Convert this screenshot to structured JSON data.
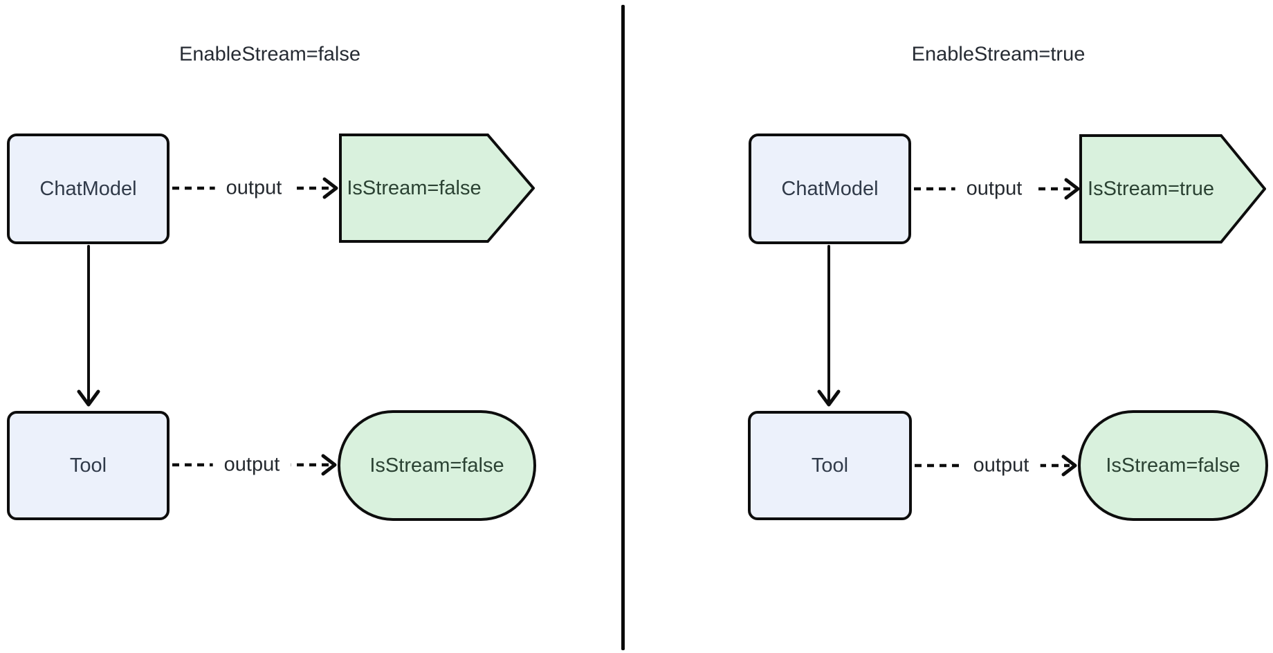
{
  "diagram": {
    "type": "flowchart-comparison",
    "colors": {
      "node_fill_blue": "#ecf1fb",
      "node_fill_green": "#d9f1dd",
      "border": "#0d0d0d",
      "text_dark": "#262b33",
      "background": "#ffffff"
    },
    "panels": [
      {
        "title": "EnableStream=false",
        "nodes": {
          "chat_model": "ChatModel",
          "tool": "Tool",
          "chat_result": "IsStream=false",
          "tool_result": "IsStream=false"
        },
        "edges": {
          "chat_output_label": "output",
          "tool_output_label": "output"
        }
      },
      {
        "title": "EnableStream=true",
        "nodes": {
          "chat_model": "ChatModel",
          "tool": "Tool",
          "chat_result": "IsStream=true",
          "tool_result": "IsStream=false"
        },
        "edges": {
          "chat_output_label": "output",
          "tool_output_label": "output"
        }
      }
    ]
  }
}
